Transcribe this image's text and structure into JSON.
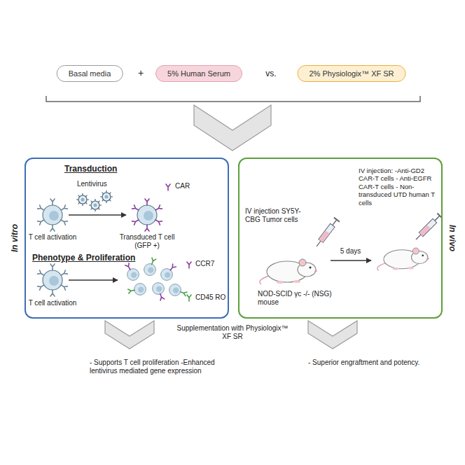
{
  "diagram": {
    "nodes": [
      {
        "text": [
          "Basal media"
        ]
      },
      {
        "text": [
          "5% Human Serum"
        ]
      },
      {
        "text": [
          "2% Physiologix™ XF SR"
        ]
      },
      {
        "text": [
          "In vitro"
        ]
      },
      {
        "text": [
          "In vivo"
        ]
      }
    ],
    "labels": [
      "+",
      "vs.",
      "Transduction",
      "Lentivirus",
      "CAR",
      "T cell activation",
      "Transduced T cell (GFP +)",
      "Phenotype & Proliferation",
      "CCR7",
      "CD45 RO",
      "T cell activation",
      "IV injection SY5Y-CBG Tumor cells",
      "5 days",
      "IV injection: -Anti-GD2 CAR-T cells - Anti-EGFR CAR-T cells - Non-transduced UTD human T cells",
      "NOD-SCID γc -/- (NSG) mouse",
      "Supplementation with Physiologix™ XF SR",
      "- Supports T cell proliferation -Enhanced lentivirus mediated gene expression",
      "- Superior engraftment and potency."
    ]
  }
}
